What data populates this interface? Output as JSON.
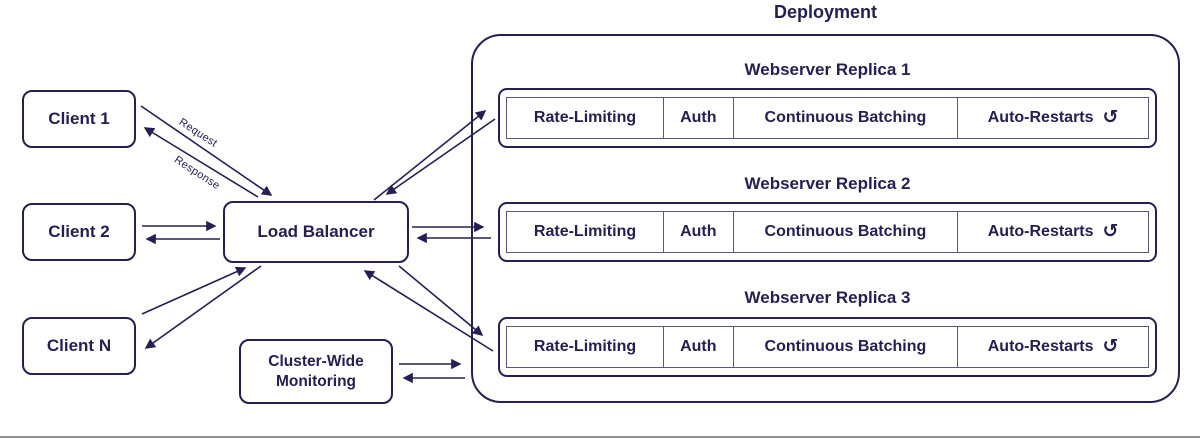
{
  "deployment": {
    "title": "Deployment"
  },
  "clients": [
    {
      "label": "Client 1"
    },
    {
      "label": "Client 2"
    },
    {
      "label": "Client N"
    }
  ],
  "load_balancer": {
    "label": "Load Balancer"
  },
  "monitoring": {
    "line1": "Cluster-Wide",
    "line2": "Monitoring"
  },
  "edges": {
    "request_label": "Request",
    "response_label": "Response"
  },
  "replicas": [
    {
      "title": "Webserver Replica 1",
      "cells": [
        "Rate-Limiting",
        "Auth",
        "Continuous Batching",
        "Auto-Restarts"
      ]
    },
    {
      "title": "Webserver Replica 2",
      "cells": [
        "Rate-Limiting",
        "Auth",
        "Continuous Batching",
        "Auto-Restarts"
      ]
    },
    {
      "title": "Webserver Replica 3",
      "cells": [
        "Rate-Limiting",
        "Auth",
        "Continuous Batching",
        "Auto-Restarts"
      ]
    }
  ],
  "icons": {
    "restart": "↺"
  },
  "colors": {
    "ink": "#242052",
    "cell_border": "#5a5680",
    "bottom_divider": "#8f8f8f"
  }
}
